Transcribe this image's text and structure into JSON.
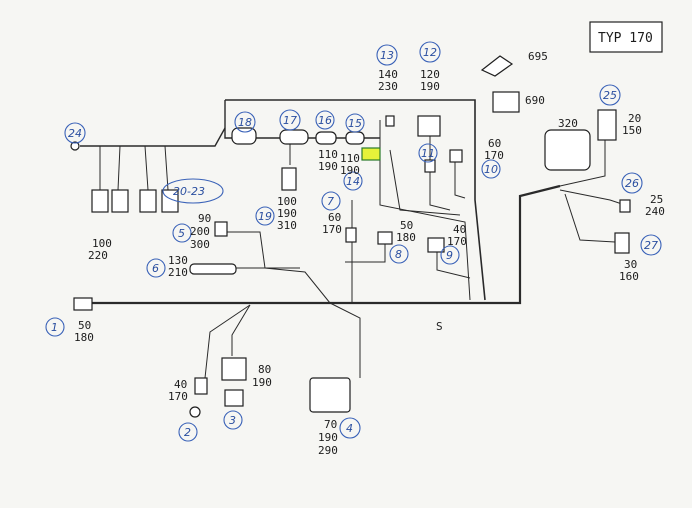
{
  "title": "TYP 170",
  "callouts": {
    "c1": "1",
    "c2": "2",
    "c3": "3",
    "c4": "4",
    "c5": "5",
    "c6": "6",
    "c7": "7",
    "c8": "8",
    "c9": "9",
    "c10": "10",
    "c11": "11",
    "c12": "12",
    "c13": "13",
    "c14": "14",
    "c15": "15",
    "c16": "16",
    "c17": "17",
    "c18": "18",
    "c19": "19",
    "c20": "20-23",
    "c24": "24",
    "c25": "25",
    "c26": "26",
    "c27": "27"
  },
  "values": {
    "v695": "695",
    "v690": "690",
    "v320": "320",
    "v13a": "140",
    "v13b": "230",
    "v12a": "120",
    "v12b": "190",
    "v10a": "60",
    "v10b": "170",
    "v25a": "20",
    "v25b": "150",
    "v15a": "110",
    "v15b": "190",
    "v14a": "110",
    "v14b": "190",
    "v7a": "60",
    "v7b": "170",
    "v8a": "50",
    "v8b": "180",
    "v9a": "40",
    "v9b": "170",
    "v26a": "25",
    "v26b": "240",
    "v27a": "30",
    "v27b": "160",
    "v5a": "90",
    "v5b": "200",
    "v5c": "300",
    "v6a": "130",
    "v6b": "210",
    "v19a": "100",
    "v19b": "190",
    "v19c": "310",
    "v20a": "100",
    "v20b": "220",
    "v1a": "50",
    "v1b": "180",
    "v2a": "40",
    "v2b": "170",
    "v3a": "80",
    "v3b": "190",
    "v4a": "70",
    "v4b": "190",
    "v4c": "290",
    "s": "S"
  }
}
